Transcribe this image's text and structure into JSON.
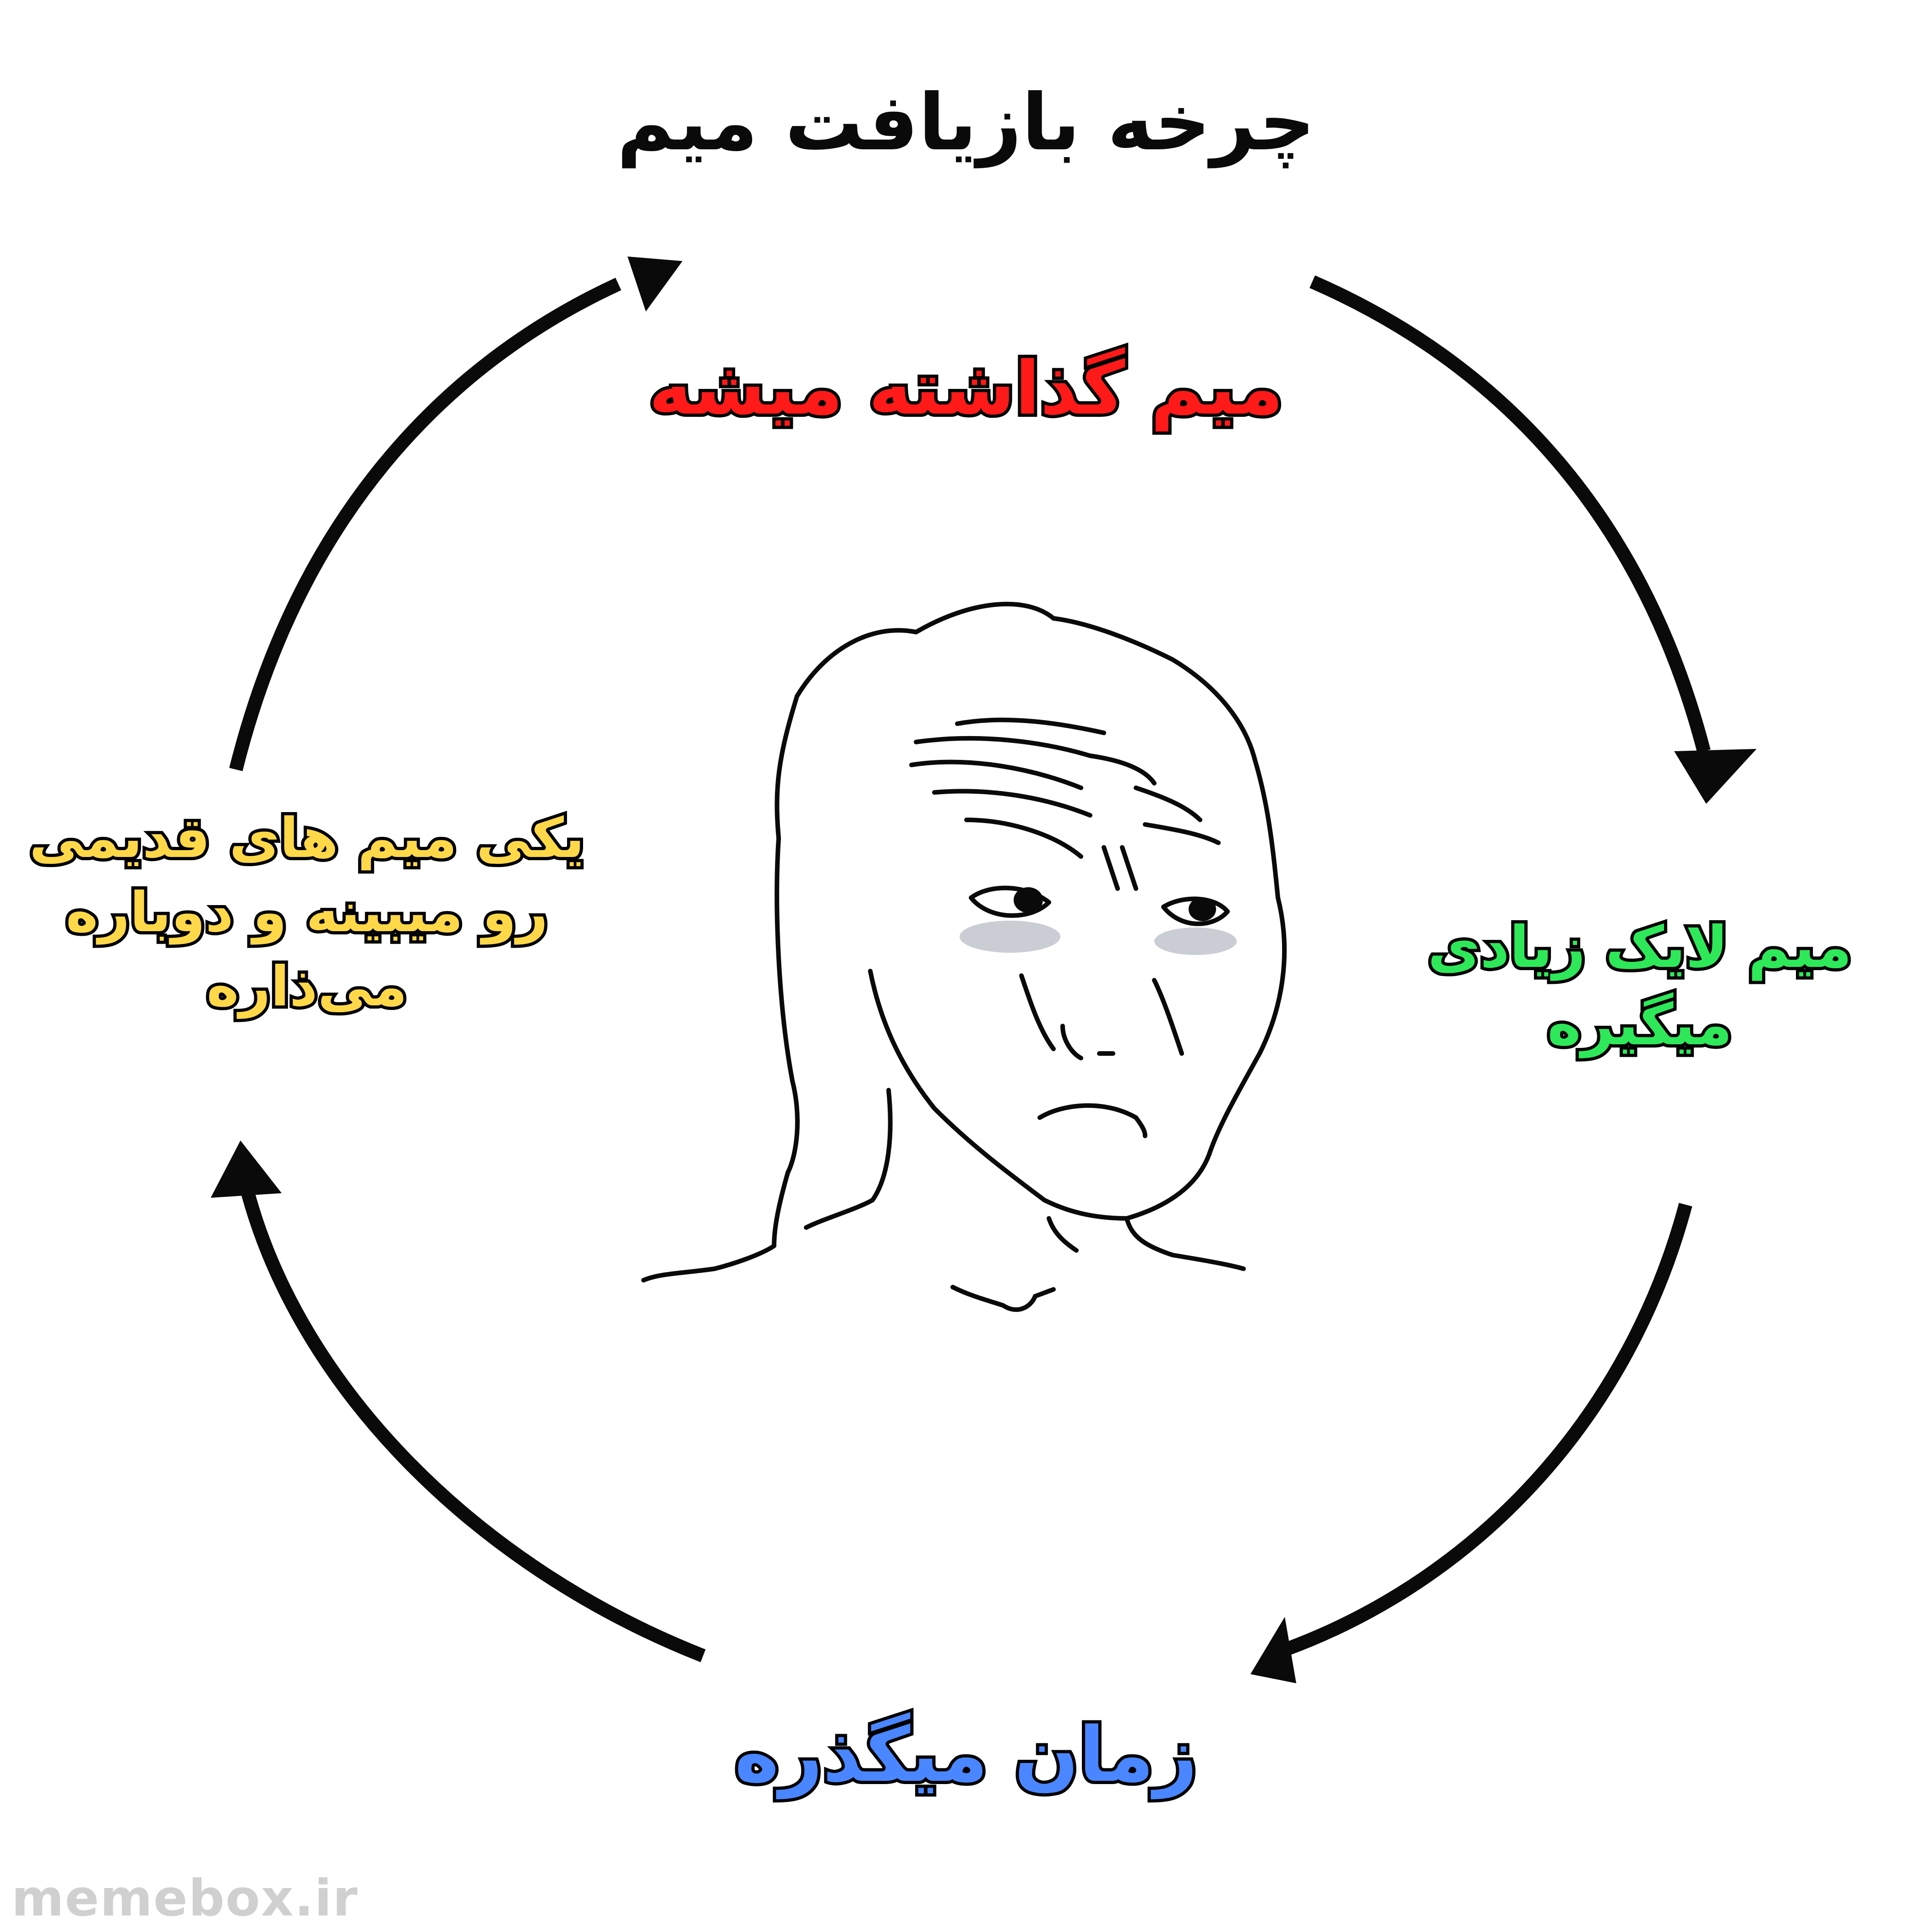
{
  "title": "چرخه بازیافت میم",
  "colors": {
    "background": "#ffffff",
    "arrow": "#0a0a0a",
    "title": "#0a0a0a",
    "caption_outline": "#000000",
    "red": "#ff1a1a",
    "green": "#2ee85a",
    "blue": "#4a86ff",
    "yellow": "#ffd84a",
    "watermark": "#d0d0d0"
  },
  "cycle": {
    "steps": [
      {
        "id": "top",
        "text": "میم گذاشته میشه",
        "color": "red"
      },
      {
        "id": "right",
        "text": "میم لایک زیادی میگیره",
        "color": "green"
      },
      {
        "id": "bottom",
        "text": "زمان میگذره",
        "color": "blue"
      },
      {
        "id": "left",
        "text": "یکی میم های قدیمی رو میبینه و دوباره می‌ذاره",
        "color": "yellow"
      }
    ],
    "arrow_direction": "clockwise"
  },
  "center_image": {
    "icon": "wojak-sad-face-icon"
  },
  "watermark": "memebox.ir"
}
